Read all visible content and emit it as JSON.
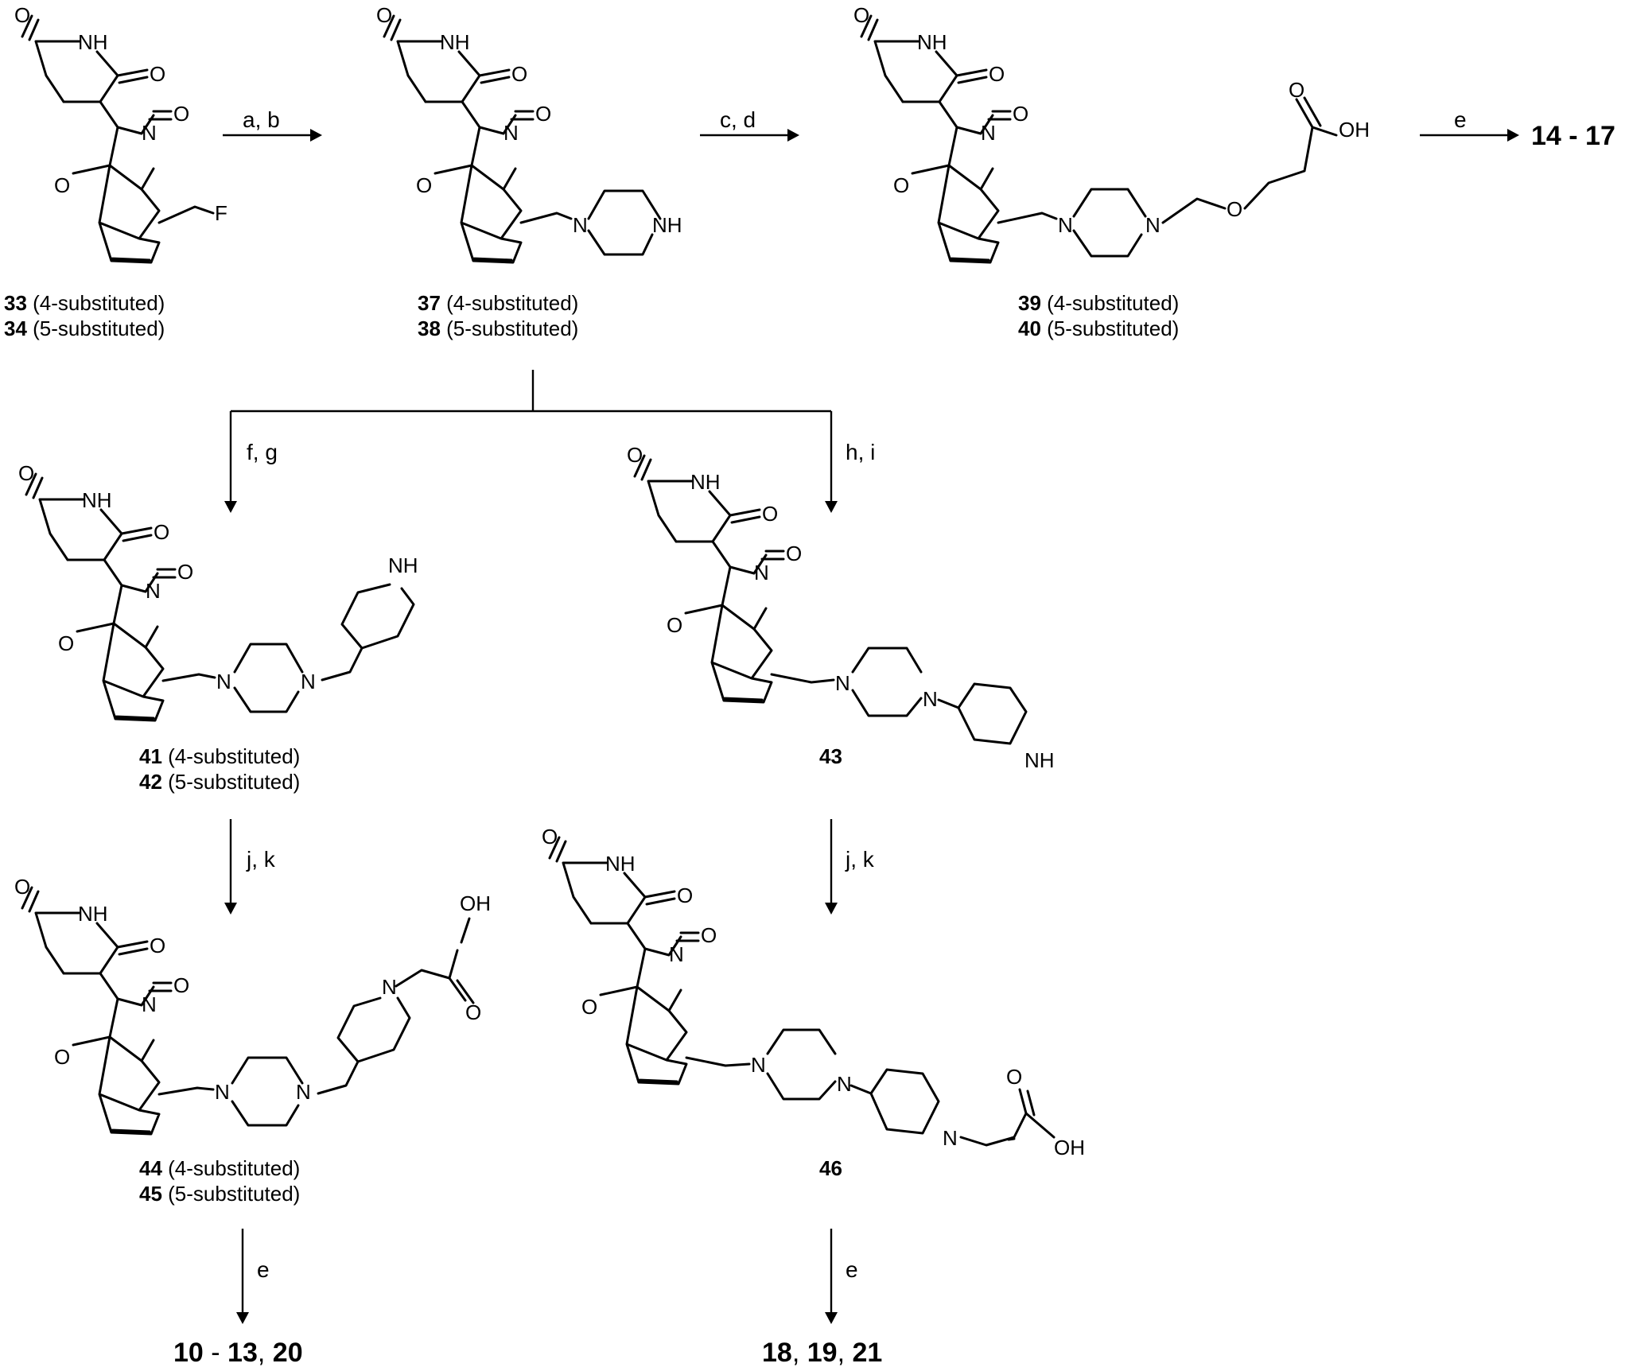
{
  "compounds": {
    "c33_34": {
      "num_a": "33",
      "num_b": "34",
      "sub_a": " (4-substituted)",
      "sub_b": " (5-substituted)"
    },
    "c37_38": {
      "num_a": "37",
      "num_b": "38",
      "sub_a": " (4-substituted)",
      "sub_b": " (5-substituted)"
    },
    "c39_40": {
      "num_a": "39",
      "num_b": "40",
      "sub_a": " (4-substituted)",
      "sub_b": " (5-substituted)"
    },
    "c41_42": {
      "num_a": "41",
      "num_b": "42",
      "sub_a": " (4-substituted)",
      "sub_b": " (5-substituted)"
    },
    "c43": {
      "num": "43"
    },
    "c44_45": {
      "num_a": "44",
      "num_b": "45",
      "sub_a": " (4-substituted)",
      "sub_b": " (5-substituted)"
    },
    "c46": {
      "num": "46"
    }
  },
  "atom_labels": {
    "nh": "NH",
    "o": "O",
    "n": "N",
    "f": "F",
    "oh": "OH"
  },
  "reagents": {
    "ab": "a, b",
    "cd": "c, d",
    "e": "e",
    "fg": "f, g",
    "hi": "h, i",
    "jk": "j, k"
  },
  "products": {
    "p14_17": "14 - 17",
    "p10": "10",
    "p10_dash": " - ",
    "p13": "13",
    "p20": "20",
    "p18": "18",
    "p19": "19",
    "p21": "21",
    "comma": ", "
  }
}
